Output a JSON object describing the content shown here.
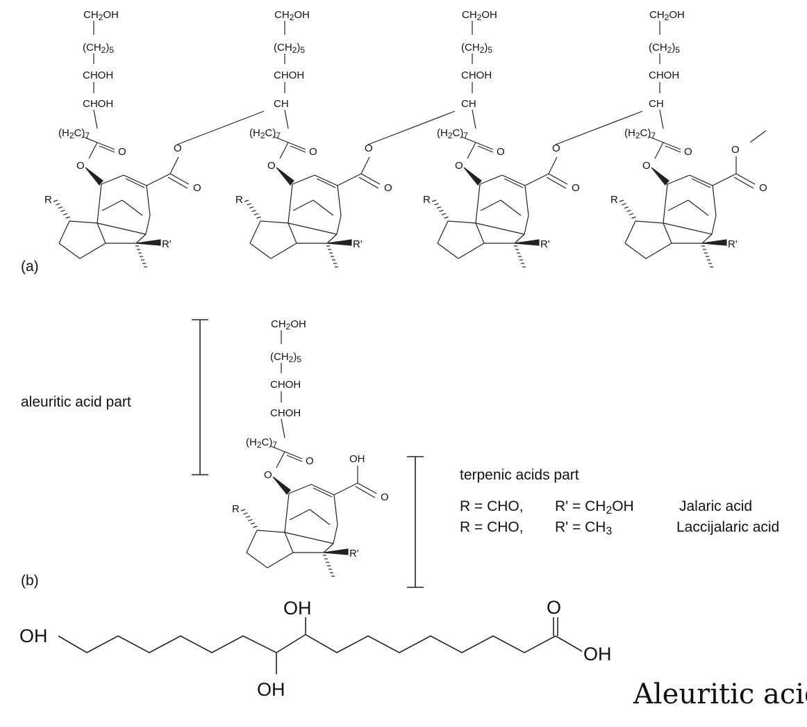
{
  "panel_a": {
    "tag": "(a)",
    "units": [
      {
        "ch2oh": "CH2OH",
        "ch2_5": "(CH2)5",
        "chainA": "CHOH",
        "chainB": "CHOH",
        "h2c7": "(H2C)7",
        "R": "R",
        "Rp": "R'"
      },
      {
        "ch2oh": "CH2OH",
        "ch2_5": "(CH2)5",
        "chainA": "CHOH",
        "chainB": "CH",
        "h2c7": "(H2C)7",
        "R": "R",
        "Rp": "R'"
      },
      {
        "ch2oh": "CH2OH",
        "ch2_5": "(CH2)5",
        "chainA": "CHOH",
        "chainB": "CH",
        "h2c7": "(H2C)7",
        "R": "R",
        "Rp": "R'"
      },
      {
        "ch2oh": "CH2OH",
        "ch2_5": "(CH2)5",
        "chainA": "CHOH",
        "chainB": "CH",
        "h2c7": "(H2C)7",
        "R": "R",
        "Rp": "R'"
      }
    ],
    "atom_O": "O"
  },
  "panel_b": {
    "tag": "(b)",
    "aleuritic_part": "aleuritic acid part",
    "terpenic_part": "terpenic acids part",
    "unit": {
      "ch2oh": "CH2OH",
      "ch2_5": "(CH2)5",
      "chainA": "CHOH",
      "chainB": "CHOH",
      "h2c7": "(H2C)7",
      "R": "R",
      "Rp": "R'",
      "oh": "OH"
    },
    "rows": [
      {
        "r": "R = CHO,",
        "rp": "R' = CH2OH",
        "name": "Jalaric acid"
      },
      {
        "r": "R = CHO,",
        "rp": "R' = CH3",
        "name": "Laccijalaric acid"
      }
    ]
  },
  "aleuritic": {
    "oh_left": "OH",
    "oh_top": "OH",
    "oh_bottom": "OH",
    "o_top": "O",
    "oh_right": "OH",
    "title": "Aleuritic acid"
  }
}
